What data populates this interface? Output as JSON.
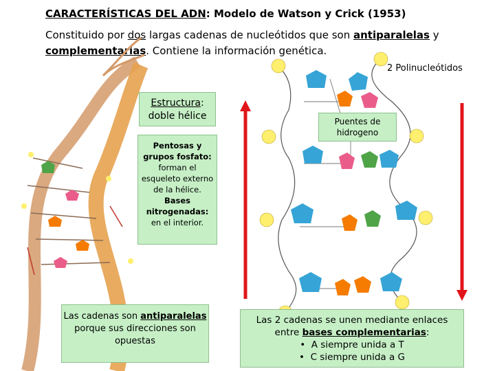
{
  "title": {
    "main": "CARACTERÍSTICAS DEL ADN",
    "rest": ": Modelo de Watson y Crick (1953)"
  },
  "intro": {
    "part1": "Constituido por ",
    "dos": "dos",
    "part2": " largas cadenas de nucleótidos que son ",
    "antiparalelas": "antiparalelas",
    "part3": " y ",
    "complementarias": "complementarias",
    "part4": ". Contiene la información genética."
  },
  "polynucleotides_label": "2 Polinucleótidos",
  "structure_box": {
    "heading": "Estructura",
    "colon": ":",
    "value": "doble hélice"
  },
  "backbone_box": {
    "line1": "Pentosas y grupos fosfato:",
    "line2": "forman el esqueleto externo de la hélice.",
    "line3": "Bases nitrogenadas:",
    "line4": "en el interior."
  },
  "antiparallel_box": {
    "part1": "Las cadenas son ",
    "term": "antiparalelas",
    "part2": " porque sus direcciones son opuestas"
  },
  "hbond_label": "Puentes de hidrogeno",
  "bases_box": {
    "line1": "Las 2 cadenas se unen mediante enlaces",
    "line2a": "entre ",
    "line2b": "bases complementarias",
    "line2c": ":",
    "bullet_symbol": "•",
    "bullet1": "A siempre unida a T",
    "bullet2": "C siempre unida a G"
  },
  "colors": {
    "box_bg": "#c6efc6",
    "arrow": "#e0151b",
    "phosphate": "#ffef6e",
    "pentose": "#36a4d6",
    "base_orange": "#f57c00",
    "base_pink": "#ea5c89",
    "base_green": "#4fa448"
  }
}
